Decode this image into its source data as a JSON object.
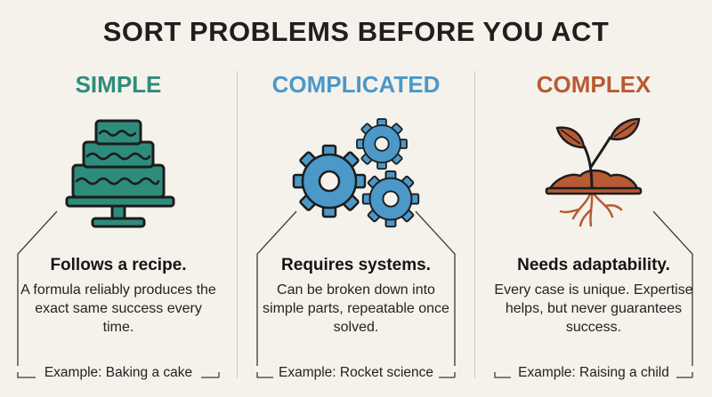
{
  "title": "SORT PROBLEMS BEFORE YOU ACT",
  "columns": [
    {
      "heading": "SIMPLE",
      "color": "#2e8c7c",
      "icon": "cake-icon",
      "headline": "Follows a recipe.",
      "description": "A formula reliably produces the exact same success every time.",
      "example": "Example: Baking a cake"
    },
    {
      "heading": "COMPLICATED",
      "color": "#4b98c9",
      "icon": "gears-icon",
      "headline": "Requires systems.",
      "description": "Can be broken down into simple parts, repeatable once solved.",
      "example": "Example: Rocket science"
    },
    {
      "heading": "COMPLEX",
      "color": "#b85a34",
      "icon": "sprout-icon",
      "headline": "Needs adaptability.",
      "description": "Every case is unique. Expertise helps, but never guarantees success.",
      "example": "Example: Raising a child"
    }
  ]
}
